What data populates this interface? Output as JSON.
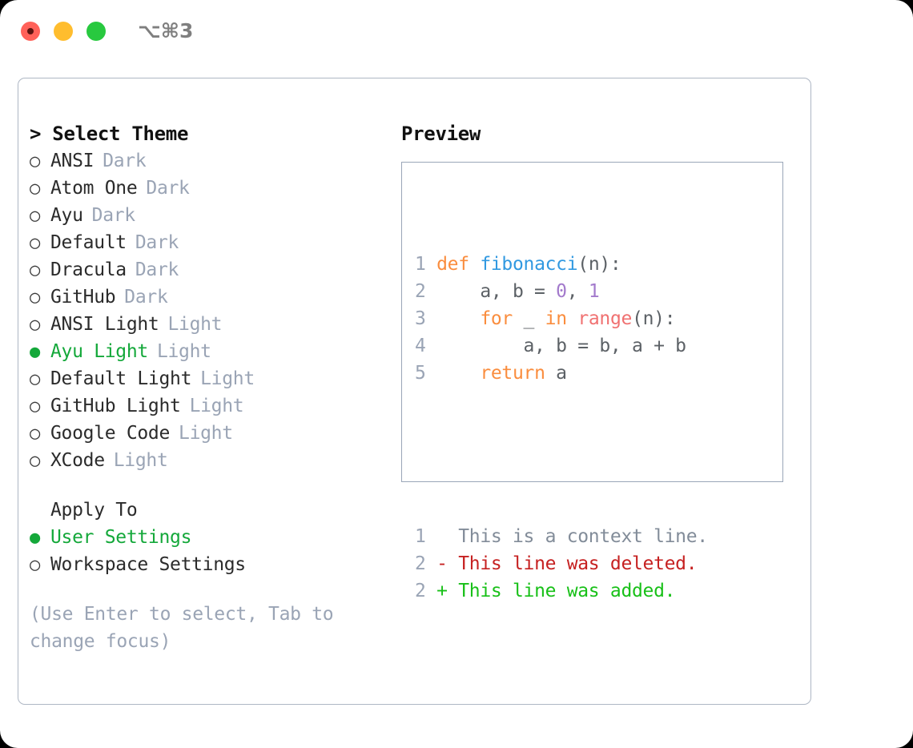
{
  "titlebar": {
    "shortcut": "⌥⌘3",
    "dots": [
      {
        "name": "close",
        "color": "#ff6159"
      },
      {
        "name": "minimize",
        "color": "#ffbd2e"
      },
      {
        "name": "maximize",
        "color": "#28c93f"
      }
    ]
  },
  "theme_picker": {
    "heading": "> Select Theme",
    "items": [
      {
        "marker": "○",
        "label": "ANSI",
        "tag": "Dark",
        "selected": false
      },
      {
        "marker": "○",
        "label": "Atom One",
        "tag": "Dark",
        "selected": false
      },
      {
        "marker": "○",
        "label": "Ayu",
        "tag": "Dark",
        "selected": false
      },
      {
        "marker": "○",
        "label": "Default",
        "tag": "Dark",
        "selected": false
      },
      {
        "marker": "○",
        "label": "Dracula",
        "tag": "Dark",
        "selected": false
      },
      {
        "marker": "○",
        "label": "GitHub",
        "tag": "Dark",
        "selected": false
      },
      {
        "marker": "○",
        "label": "ANSI Light",
        "tag": "Light",
        "selected": false
      },
      {
        "marker": "●",
        "label": "Ayu Light",
        "tag": "Light",
        "selected": true
      },
      {
        "marker": "○",
        "label": "Default Light",
        "tag": "Light",
        "selected": false
      },
      {
        "marker": "○",
        "label": "GitHub Light",
        "tag": "Light",
        "selected": false
      },
      {
        "marker": "○",
        "label": "Google Code",
        "tag": "Light",
        "selected": false
      },
      {
        "marker": "○",
        "label": "XCode",
        "tag": "Light",
        "selected": false
      }
    ]
  },
  "apply_to": {
    "heading": "Apply To",
    "items": [
      {
        "marker": "●",
        "label": "User Settings",
        "selected": true
      },
      {
        "marker": "○",
        "label": "Workspace Settings",
        "selected": false
      }
    ]
  },
  "hint": "(Use Enter to select, Tab to change focus)",
  "preview": {
    "heading": "Preview",
    "code_lines": [
      {
        "number": "1",
        "tokens": [
          {
            "text": "def ",
            "kind": "keyword"
          },
          {
            "text": "fibonacci",
            "kind": "function"
          },
          {
            "text": "(n):",
            "kind": "plain"
          }
        ]
      },
      {
        "number": "2",
        "tokens": [
          {
            "text": "    a, b = ",
            "kind": "plain"
          },
          {
            "text": "0",
            "kind": "number"
          },
          {
            "text": ", ",
            "kind": "plain"
          },
          {
            "text": "1",
            "kind": "number"
          }
        ]
      },
      {
        "number": "3",
        "tokens": [
          {
            "text": "    ",
            "kind": "plain"
          },
          {
            "text": "for",
            "kind": "keyword"
          },
          {
            "text": " _ ",
            "kind": "plain"
          },
          {
            "text": "in",
            "kind": "keyword"
          },
          {
            "text": " ",
            "kind": "plain"
          },
          {
            "text": "range",
            "kind": "builtin"
          },
          {
            "text": "(n):",
            "kind": "plain"
          }
        ]
      },
      {
        "number": "4",
        "tokens": [
          {
            "text": "        a, b = b, a + b",
            "kind": "plain"
          }
        ]
      },
      {
        "number": "5",
        "tokens": [
          {
            "text": "    ",
            "kind": "plain"
          },
          {
            "text": "return",
            "kind": "keyword"
          },
          {
            "text": " a",
            "kind": "plain"
          }
        ]
      }
    ],
    "diff_lines": [
      {
        "number": "1",
        "prefix": "  ",
        "text": "This is a context line.",
        "kind": "context"
      },
      {
        "number": "2",
        "prefix": "- ",
        "text": "This line was deleted.",
        "kind": "deleted"
      },
      {
        "number": "2",
        "prefix": "+ ",
        "text": "This line was added.",
        "kind": "added"
      }
    ]
  },
  "colors": {
    "accent_green": "#14a83a",
    "muted": "#9aa4b5",
    "keyword": "#fa8d3e",
    "function": "#3199e1",
    "number": "#a37acc",
    "builtin": "#f07171",
    "diff_deleted": "#c62121",
    "diff_added": "#18c018"
  }
}
